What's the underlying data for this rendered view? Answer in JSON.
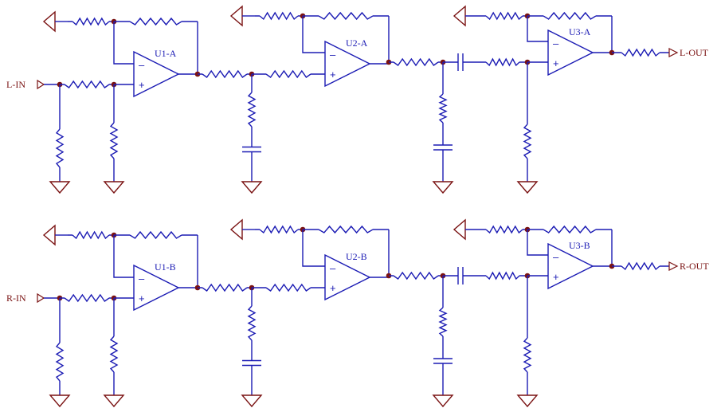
{
  "channels": [
    {
      "input_port": "L-IN",
      "output_port": "L-OUT",
      "opamps": [
        "U1-A",
        "U2-A",
        "U3-A"
      ]
    },
    {
      "input_port": "R-IN",
      "output_port": "R-OUT",
      "opamps": [
        "U1-B",
        "U2-B",
        "U3-B"
      ]
    }
  ],
  "opamp_signs": {
    "inverting": "–",
    "noninverting": "+"
  },
  "colors": {
    "wire": "#1c1cb4",
    "ground": "#7a1212",
    "junction": "#7a1212",
    "port": "#7a1212"
  }
}
